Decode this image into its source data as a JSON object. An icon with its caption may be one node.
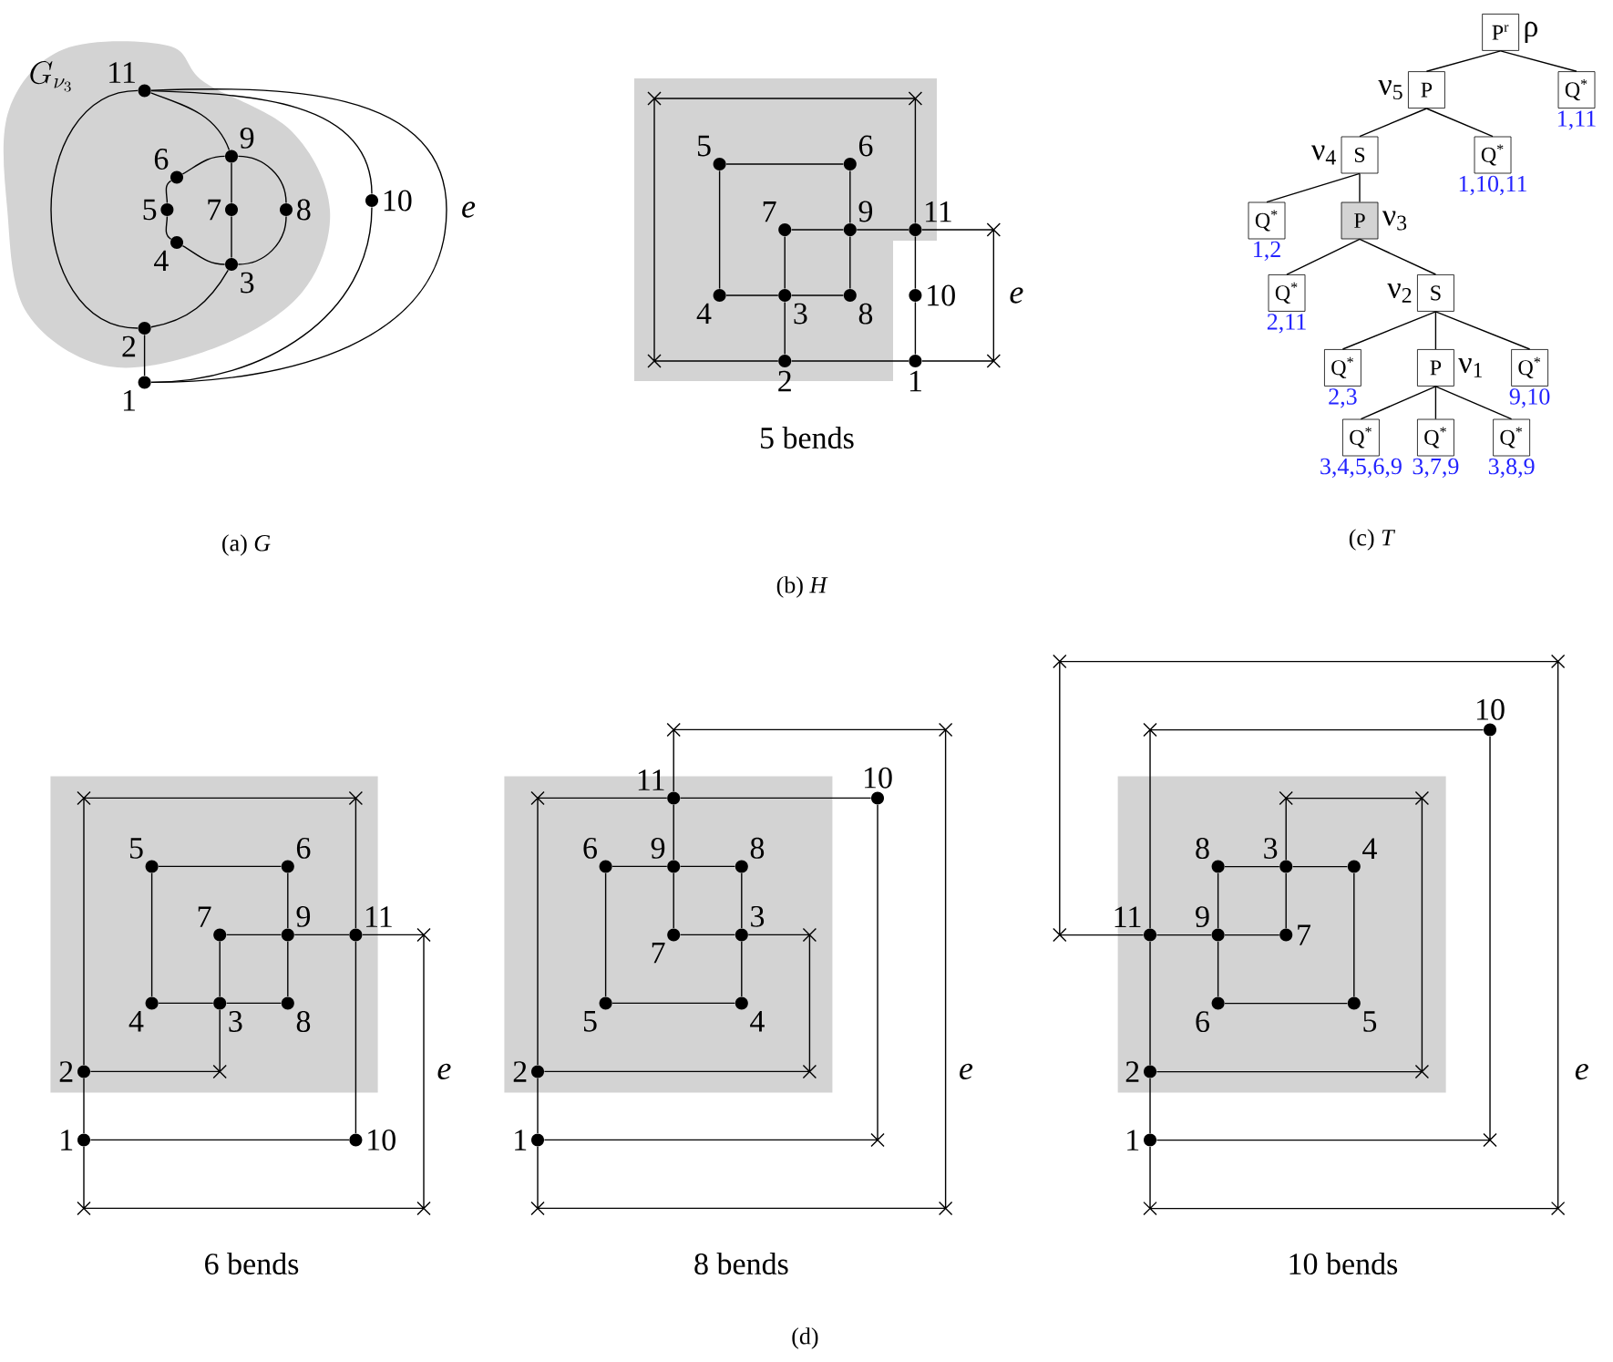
{
  "diagram": {
    "nodes": [
      {
        "text": [
          "G_{\\nu_3}"
        ]
      },
      {
        "text": [],
        "shape": "circle",
        "beside": [
          "1"
        ]
      },
      {
        "text": [],
        "shape": "circle",
        "beside": [
          "2"
        ],
        "in": 0
      },
      {
        "text": [],
        "shape": "circle",
        "beside": [
          "3"
        ],
        "in": 0
      },
      {
        "text": [],
        "shape": "circle",
        "beside": [
          "4"
        ],
        "in": 0
      },
      {
        "text": [],
        "shape": "circle",
        "beside": [
          "5"
        ],
        "in": 0
      },
      {
        "text": [],
        "shape": "circle",
        "beside": [
          "6"
        ],
        "in": 0
      },
      {
        "text": [],
        "shape": "circle",
        "beside": [
          "7"
        ],
        "in": 0
      },
      {
        "text": [],
        "shape": "circle",
        "beside": [
          "8"
        ],
        "in": 0
      },
      {
        "text": [],
        "shape": "circle",
        "beside": [
          "9"
        ],
        "in": 0
      },
      {
        "text": [],
        "shape": "circle",
        "beside": [
          "10"
        ]
      },
      {
        "text": [],
        "shape": "circle",
        "beside": [
          "11"
        ],
        "in": 0
      },
      {
        "text": [],
        "shape": "box"
      },
      {
        "text": [],
        "shape": "circle",
        "beside": [
          "1"
        ]
      },
      {
        "text": [],
        "shape": "circle",
        "beside": [
          "2"
        ],
        "in": 12
      },
      {
        "text": [],
        "shape": "circle",
        "beside": [
          "3"
        ],
        "in": 12
      },
      {
        "text": [],
        "shape": "circle",
        "beside": [
          "4"
        ],
        "in": 12
      },
      {
        "text": [],
        "shape": "circle",
        "beside": [
          "5"
        ],
        "in": 12
      },
      {
        "text": [],
        "shape": "circle",
        "beside": [
          "6"
        ],
        "in": 12
      },
      {
        "text": [],
        "shape": "circle",
        "beside": [
          "7"
        ],
        "in": 12
      },
      {
        "text": [],
        "shape": "circle",
        "beside": [
          "8"
        ],
        "in": 12
      },
      {
        "text": [],
        "shape": "circle",
        "beside": [
          "9"
        ],
        "in": 12
      },
      {
        "text": [],
        "shape": "circle",
        "beside": [
          "10"
        ]
      },
      {
        "text": [],
        "shape": "circle",
        "beside": [
          "11"
        ],
        "in": 12
      },
      {
        "text": [],
        "shape": "box"
      },
      {
        "text": [],
        "shape": "circle",
        "beside": [
          "1"
        ]
      },
      {
        "text": [],
        "shape": "circle",
        "beside": [
          "2"
        ],
        "in": 24
      },
      {
        "text": [],
        "shape": "circle",
        "beside": [
          "3"
        ],
        "in": 24
      },
      {
        "text": [],
        "shape": "circle",
        "beside": [
          "4"
        ],
        "in": 24
      },
      {
        "text": [],
        "shape": "circle",
        "beside": [
          "5"
        ],
        "in": 24
      },
      {
        "text": [],
        "shape": "circle",
        "beside": [
          "6"
        ],
        "in": 24
      },
      {
        "text": [],
        "shape": "circle",
        "beside": [
          "7"
        ],
        "in": 24
      },
      {
        "text": [],
        "shape": "circle",
        "beside": [
          "8"
        ],
        "in": 24
      },
      {
        "text": [],
        "shape": "circle",
        "beside": [
          "9"
        ],
        "in": 24
      },
      {
        "text": [],
        "shape": "circle",
        "beside": [
          "10"
        ]
      },
      {
        "text": [],
        "shape": "circle",
        "beside": [
          "11"
        ],
        "in": 24
      },
      {
        "text": [],
        "shape": "box"
      },
      {
        "text": [],
        "shape": "circle",
        "beside": [
          "1"
        ]
      },
      {
        "text": [],
        "shape": "circle",
        "beside": [
          "2"
        ],
        "in": 36
      },
      {
        "text": [],
        "shape": "circle",
        "beside": [
          "3"
        ],
        "in": 36
      },
      {
        "text": [],
        "shape": "circle",
        "beside": [
          "4"
        ],
        "in": 36
      },
      {
        "text": [],
        "shape": "circle",
        "beside": [
          "5"
        ],
        "in": 36
      },
      {
        "text": [],
        "shape": "circle",
        "beside": [
          "6"
        ],
        "in": 36
      },
      {
        "text": [],
        "shape": "circle",
        "beside": [
          "7"
        ],
        "in": 36
      },
      {
        "text": [],
        "shape": "circle",
        "beside": [
          "8"
        ],
        "in": 36
      },
      {
        "text": [],
        "shape": "circle",
        "beside": [
          "9"
        ],
        "in": 36
      },
      {
        "text": [],
        "shape": "circle",
        "beside": [
          "10"
        ]
      },
      {
        "text": [],
        "shape": "circle",
        "beside": [
          "11"
        ],
        "in": 36
      },
      {
        "text": [],
        "shape": "box"
      },
      {
        "text": [],
        "shape": "circle",
        "beside": [
          "1"
        ]
      },
      {
        "text": [],
        "shape": "circle",
        "beside": [
          "2"
        ],
        "in": 48
      },
      {
        "text": [],
        "shape": "circle",
        "beside": [
          "3"
        ],
        "in": 48
      },
      {
        "text": [],
        "shape": "circle",
        "beside": [
          "4"
        ],
        "in": 48
      },
      {
        "text": [],
        "shape": "circle",
        "beside": [
          "5"
        ],
        "in": 48
      },
      {
        "text": [],
        "shape": "circle",
        "beside": [
          "6"
        ],
        "in": 48
      },
      {
        "text": [],
        "shape": "circle",
        "beside": [
          "7"
        ],
        "in": 48
      },
      {
        "text": [],
        "shape": "circle",
        "beside": [
          "8"
        ],
        "in": 48
      },
      {
        "text": [],
        "shape": "circle",
        "beside": [
          "9"
        ],
        "in": 48
      },
      {
        "text": [],
        "shape": "circle",
        "beside": [
          "10"
        ]
      },
      {
        "text": [],
        "shape": "circle",
        "beside": [
          "11"
        ],
        "in": 48
      },
      {
        "text": [
          "P$^{r}$"
        ],
        "beside": [
          "ρ"
        ]
      },
      {
        "text": [
          "P"
        ],
        "beside": [
          "ν$_{5}$"
        ]
      },
      {
        "text": [
          "Q$^{*}$"
        ],
        "beside": [
          "1,11"
        ]
      },
      {
        "text": [
          "S"
        ],
        "beside": [
          "ν$_{4}$"
        ]
      },
      {
        "text": [
          "Q$^{*}$"
        ],
        "beside": [
          "1,10,11"
        ]
      },
      {
        "text": [
          "Q$^{*}$"
        ],
        "beside": [
          "1,2"
        ]
      },
      {
        "text": [
          "P"
        ],
        "beside": [
          "ν$_{3}$"
        ]
      },
      {
        "text": [
          "Q$^{*}$"
        ],
        "beside": [
          "2,11"
        ]
      },
      {
        "text": [
          "S"
        ],
        "beside": [
          "ν$_{2}$"
        ]
      },
      {
        "text": [
          "Q$^{*}$"
        ],
        "beside": [
          "2,3"
        ]
      },
      {
        "text": [
          "P"
        ],
        "beside": [
          "ν$_{1}$"
        ]
      },
      {
        "text": [
          "Q$^{*}$"
        ],
        "beside": [
          "9,10"
        ]
      },
      {
        "text": [
          "Q$^{*}$"
        ],
        "beside": [
          "3,4,5,6,9"
        ]
      },
      {
        "text": [
          "Q$^{*}$"
        ],
        "beside": [
          "3,7,9"
        ]
      },
      {
        "text": [
          "Q$^{*}$"
        ],
        "beside": [
          "3,8,9"
        ]
      }
    ],
    "edges": [
      {
        "from": 1,
        "to": 2,
        "arrow": "none"
      },
      {
        "from": 2,
        "to": 3,
        "arrow": "none"
      },
      {
        "from": 2,
        "to": 11,
        "arrow": "none"
      },
      {
        "from": 3,
        "to": 4,
        "arrow": "none"
      },
      {
        "from": 3,
        "to": 7,
        "arrow": "none"
      },
      {
        "from": 3,
        "to": 8,
        "arrow": "none"
      },
      {
        "from": 4,
        "to": 5,
        "arrow": "none"
      },
      {
        "from": 5,
        "to": 6,
        "arrow": "none"
      },
      {
        "from": 6,
        "to": 9,
        "arrow": "none"
      },
      {
        "from": 7,
        "to": 9,
        "arrow": "none"
      },
      {
        "from": 8,
        "to": 9,
        "arrow": "none"
      },
      {
        "from": 9,
        "to": 11,
        "arrow": "none"
      },
      {
        "from": 10,
        "to": 11,
        "arrow": "none"
      },
      {
        "from": 1,
        "to": 10,
        "arrow": "none"
      },
      {
        "from": 11,
        "to": 1,
        "arrow": "none",
        "label": "e"
      },
      {
        "from": 13,
        "to": 14,
        "arrow": "none"
      },
      {
        "from": 14,
        "to": 15,
        "arrow": "none"
      },
      {
        "from": 14,
        "to": 23,
        "arrow": "none"
      },
      {
        "from": 15,
        "to": 16,
        "arrow": "none"
      },
      {
        "from": 15,
        "to": 19,
        "arrow": "none"
      },
      {
        "from": 15,
        "to": 20,
        "arrow": "none"
      },
      {
        "from": 16,
        "to": 17,
        "arrow": "none"
      },
      {
        "from": 17,
        "to": 18,
        "arrow": "none"
      },
      {
        "from": 18,
        "to": 21,
        "arrow": "none"
      },
      {
        "from": 19,
        "to": 21,
        "arrow": "none"
      },
      {
        "from": 20,
        "to": 21,
        "arrow": "none"
      },
      {
        "from": 21,
        "to": 23,
        "arrow": "none"
      },
      {
        "from": 22,
        "to": 23,
        "arrow": "none"
      },
      {
        "from": 13,
        "to": 22,
        "arrow": "none"
      },
      {
        "from": 23,
        "to": 13,
        "arrow": "none",
        "label": "e"
      },
      {
        "from": 25,
        "to": 26,
        "arrow": "none"
      },
      {
        "from": 26,
        "to": 27,
        "arrow": "none"
      },
      {
        "from": 26,
        "to": 35,
        "arrow": "none"
      },
      {
        "from": 27,
        "to": 28,
        "arrow": "none"
      },
      {
        "from": 27,
        "to": 31,
        "arrow": "none"
      },
      {
        "from": 27,
        "to": 32,
        "arrow": "none"
      },
      {
        "from": 28,
        "to": 29,
        "arrow": "none"
      },
      {
        "from": 29,
        "to": 30,
        "arrow": "none"
      },
      {
        "from": 30,
        "to": 33,
        "arrow": "none"
      },
      {
        "from": 31,
        "to": 33,
        "arrow": "none"
      },
      {
        "from": 32,
        "to": 33,
        "arrow": "none"
      },
      {
        "from": 33,
        "to": 35,
        "arrow": "none"
      },
      {
        "from": 34,
        "to": 35,
        "arrow": "none"
      },
      {
        "from": 25,
        "to": 34,
        "arrow": "none"
      },
      {
        "from": 35,
        "to": 25,
        "arrow": "none",
        "label": "e"
      },
      {
        "from": 37,
        "to": 38,
        "arrow": "none"
      },
      {
        "from": 38,
        "to": 39,
        "arrow": "none"
      },
      {
        "from": 38,
        "to": 47,
        "arrow": "none"
      },
      {
        "from": 39,
        "to": 40,
        "arrow": "none"
      },
      {
        "from": 39,
        "to": 43,
        "arrow": "none"
      },
      {
        "from": 39,
        "to": 44,
        "arrow": "none"
      },
      {
        "from": 40,
        "to": 41,
        "arrow": "none"
      },
      {
        "from": 41,
        "to": 42,
        "arrow": "none"
      },
      {
        "from": 42,
        "to": 45,
        "arrow": "none"
      },
      {
        "from": 43,
        "to": 45,
        "arrow": "none"
      },
      {
        "from": 44,
        "to": 45,
        "arrow": "none"
      },
      {
        "from": 45,
        "to": 47,
        "arrow": "none"
      },
      {
        "from": 46,
        "to": 47,
        "arrow": "none"
      },
      {
        "from": 37,
        "to": 46,
        "arrow": "none"
      },
      {
        "from": 47,
        "to": 37,
        "arrow": "none",
        "label": "e"
      },
      {
        "from": 49,
        "to": 50,
        "arrow": "none"
      },
      {
        "from": 50,
        "to": 51,
        "arrow": "none"
      },
      {
        "from": 50,
        "to": 59,
        "arrow": "none"
      },
      {
        "from": 51,
        "to": 52,
        "arrow": "none"
      },
      {
        "from": 51,
        "to": 55,
        "arrow": "none"
      },
      {
        "from": 51,
        "to": 56,
        "arrow": "none"
      },
      {
        "from": 52,
        "to": 53,
        "arrow": "none"
      },
      {
        "from": 53,
        "to": 54,
        "arrow": "none"
      },
      {
        "from": 54,
        "to": 57,
        "arrow": "none"
      },
      {
        "from": 55,
        "to": 57,
        "arrow": "none"
      },
      {
        "from": 56,
        "to": 57,
        "arrow": "none"
      },
      {
        "from": 57,
        "to": 59,
        "arrow": "none"
      },
      {
        "from": 58,
        "to": 59,
        "arrow": "none"
      },
      {
        "from": 49,
        "to": 58,
        "arrow": "none"
      },
      {
        "from": 59,
        "to": 49,
        "arrow": "none",
        "label": "e"
      },
      {
        "from": 60,
        "to": 61,
        "arrow": "none"
      },
      {
        "from": 60,
        "to": 62,
        "arrow": "none"
      },
      {
        "from": 61,
        "to": 63,
        "arrow": "none"
      },
      {
        "from": 61,
        "to": 64,
        "arrow": "none"
      },
      {
        "from": 63,
        "to": 65,
        "arrow": "none"
      },
      {
        "from": 63,
        "to": 66,
        "arrow": "none"
      },
      {
        "from": 66,
        "to": 67,
        "arrow": "none"
      },
      {
        "from": 66,
        "to": 68,
        "arrow": "none"
      },
      {
        "from": 68,
        "to": 69,
        "arrow": "none"
      },
      {
        "from": 68,
        "to": 70,
        "arrow": "none"
      },
      {
        "from": 68,
        "to": 71,
        "arrow": "none"
      },
      {
        "from": 70,
        "to": 72,
        "arrow": "none"
      },
      {
        "from": 70,
        "to": 73,
        "arrow": "none"
      },
      {
        "from": 70,
        "to": 74,
        "arrow": "none"
      }
    ],
    "labels": [
      "(a) *G*",
      "5 bends",
      "(b) *H*",
      "(c) *T*",
      "6 bends",
      "8 bends",
      "10 bends",
      "(d)"
    ]
  }
}
